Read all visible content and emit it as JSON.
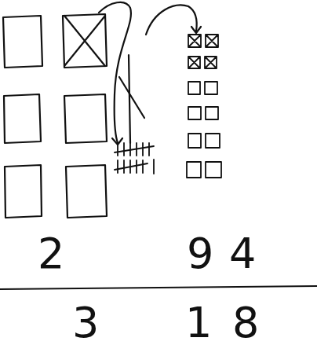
{
  "diagram": {
    "labels": [
      "2",
      "9",
      "4",
      "3",
      "1",
      "8"
    ]
  }
}
